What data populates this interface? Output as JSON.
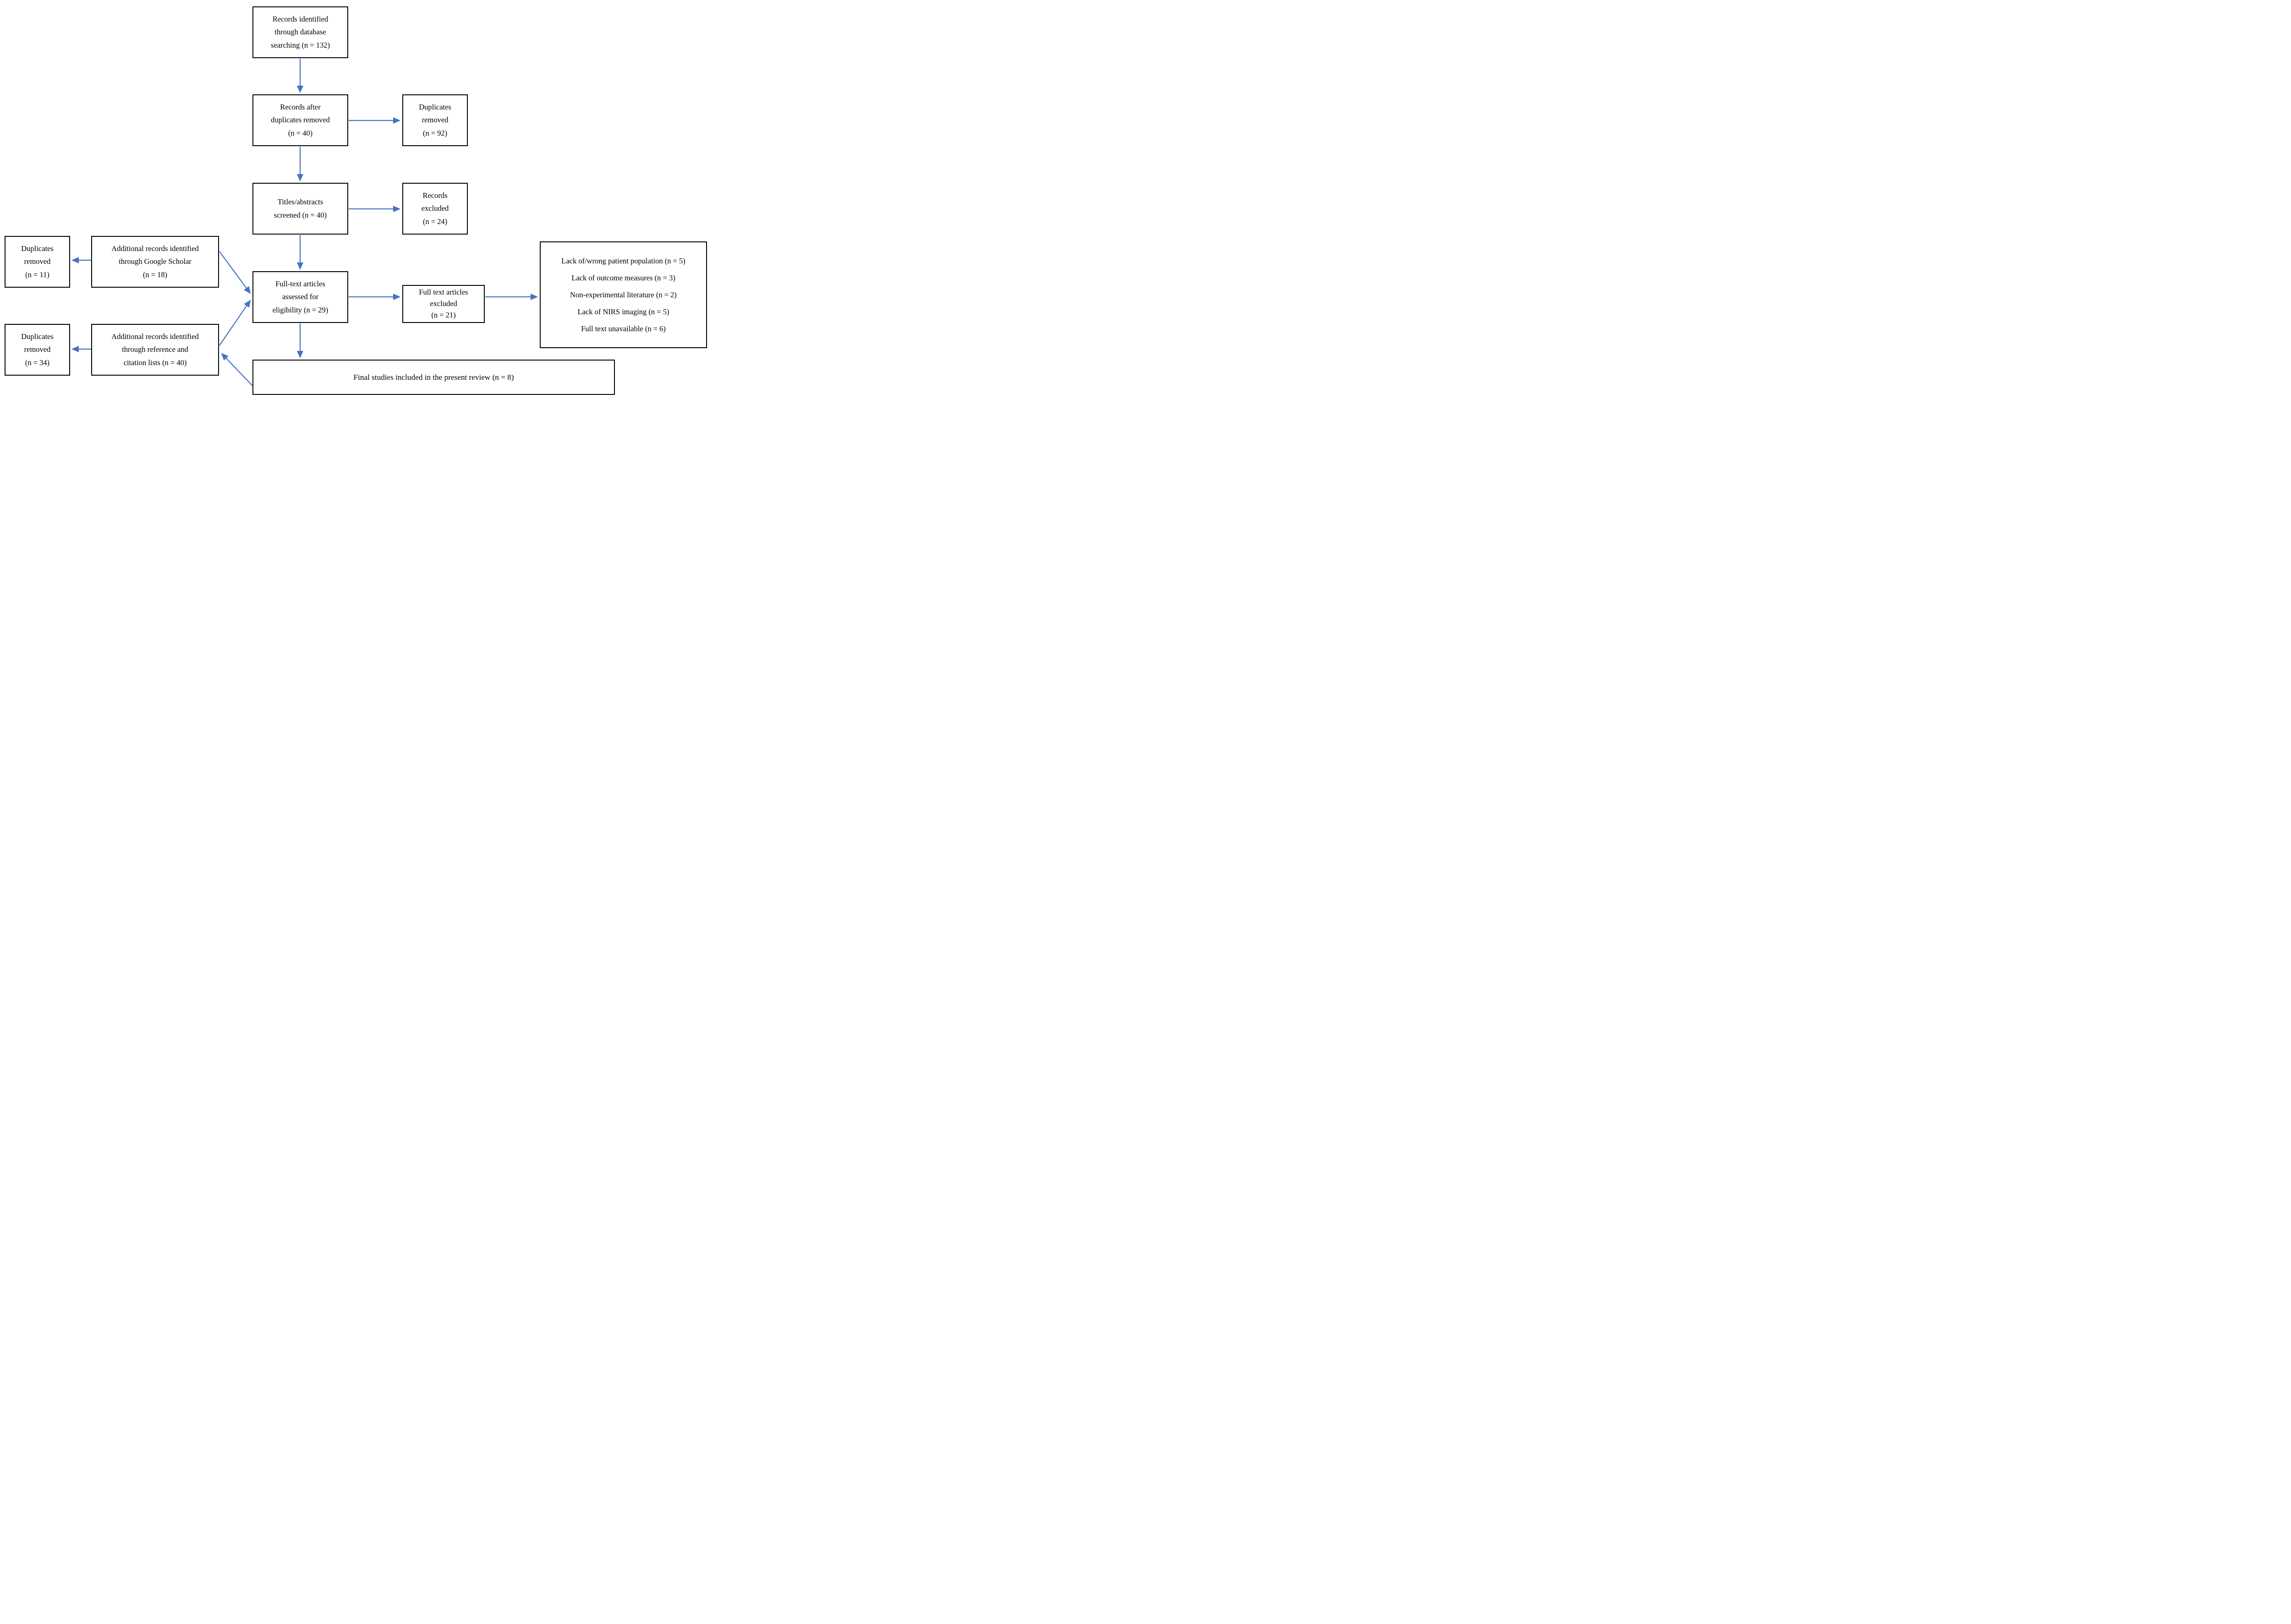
{
  "colors": {
    "arrow": "#4472C4",
    "box_border": "#000000",
    "box_background": "#FFFFFF",
    "text": "#000000",
    "page_background": "#FFFFFF"
  },
  "boxes": {
    "records_identified": {
      "lines": [
        "Records identified",
        "through database",
        "searching (n = 132)"
      ]
    },
    "records_after_duplicates": {
      "lines": [
        "Records after",
        "duplicates removed",
        "(n = 40)"
      ]
    },
    "duplicates_removed_database": {
      "lines": [
        "Duplicates",
        "removed",
        "(n = 92)"
      ]
    },
    "titles_abstracts_screened": {
      "lines": [
        "Titles/abstracts",
        "screened (n = 40)"
      ]
    },
    "records_excluded": {
      "lines": [
        "Records",
        "excluded",
        "(n = 24)"
      ]
    },
    "fulltext_assessed": {
      "lines": [
        "Full-text articles",
        "assessed for",
        "eligibility (n = 29)"
      ]
    },
    "fulltext_excluded": {
      "lines": [
        "Full text articles",
        "excluded",
        "(n = 21)"
      ]
    },
    "exclusion_reasons": {
      "lines": [
        "Lack of/wrong patient population (n = 5)",
        "Lack of outcome measures (n = 3)",
        "Non-experimental literature (n = 2)",
        "Lack of NIRS imaging (n = 5)",
        "Full text unavailable (n = 6)"
      ]
    },
    "duplicates_removed_scholar": {
      "lines": [
        "Duplicates",
        "removed",
        "(n = 11)"
      ]
    },
    "additional_google_scholar": {
      "lines": [
        "Additional records identified",
        "through Google Scholar",
        "(n = 18)"
      ]
    },
    "duplicates_removed_citation": {
      "lines": [
        "Duplicates",
        "removed",
        "(n = 34)"
      ]
    },
    "additional_reference_citation": {
      "lines": [
        "Additional records identified",
        "through reference and",
        "citation lists (n = 40)"
      ]
    },
    "final_included": {
      "lines": [
        "Final studies included in the present review (n = 8)"
      ]
    }
  },
  "edges": [
    {
      "from": "records_identified",
      "to": "records_after_duplicates"
    },
    {
      "from": "records_after_duplicates",
      "to": "duplicates_removed_database"
    },
    {
      "from": "records_after_duplicates",
      "to": "titles_abstracts_screened"
    },
    {
      "from": "titles_abstracts_screened",
      "to": "records_excluded"
    },
    {
      "from": "titles_abstracts_screened",
      "to": "fulltext_assessed"
    },
    {
      "from": "fulltext_assessed",
      "to": "fulltext_excluded"
    },
    {
      "from": "fulltext_excluded",
      "to": "exclusion_reasons"
    },
    {
      "from": "fulltext_assessed",
      "to": "final_included"
    },
    {
      "from": "additional_google_scholar",
      "to": "duplicates_removed_scholar"
    },
    {
      "from": "additional_google_scholar",
      "to": "fulltext_assessed"
    },
    {
      "from": "additional_reference_citation",
      "to": "duplicates_removed_citation"
    },
    {
      "from": "additional_reference_citation",
      "to": "fulltext_assessed"
    },
    {
      "from": "final_included",
      "to": "additional_reference_citation"
    }
  ]
}
